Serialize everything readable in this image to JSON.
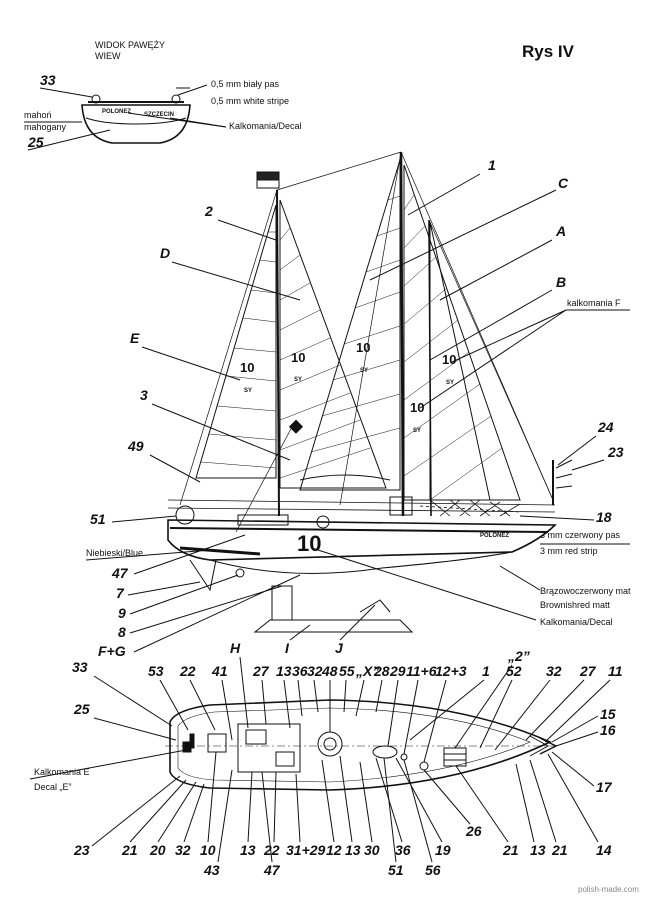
{
  "title": "Rys IV",
  "stern_view": {
    "heading_pl": "WIDOK PAWĘŻY",
    "heading_en": "WIEW",
    "name_label": "POLONEZ",
    "port_label": "SZCZECIN",
    "stripe_pl": "0,5 mm biały pas",
    "stripe_en": "0,5 mm white stripe",
    "wood_pl": "mahoń",
    "wood_en": "mahogany",
    "decal": "Kalkomania/Decal"
  },
  "side_view": {
    "kalkomania_f": "kalkomania F",
    "red_strip_pl": "3 mm czerwony pas",
    "red_strip_en": "3 mm red strip",
    "blue": "Niebieski/Blue",
    "brown_pl": "Brązowoczerwony mat",
    "brown_en": "Brownishred matt",
    "decal": "Kalkomania/Decal",
    "hull_number": "10",
    "hull_name": "POLONEZ",
    "sail_number": "10",
    "sail_code": "SY"
  },
  "deck_view": {
    "decal_e_pl": "Kalkomania E",
    "decal_e_en": "Decal „E”"
  },
  "labels": {
    "n33a": "33",
    "n25a": "25",
    "n1a": "1",
    "nC": "C",
    "nA": "A",
    "nB": "B",
    "n2a": "2",
    "nD": "D",
    "nE": "E",
    "n3": "3",
    "n49": "49",
    "n51a": "51",
    "n47a": "47",
    "n7": "7",
    "n9": "9",
    "n8": "8",
    "nFG": "F+G",
    "nI": "I",
    "nJ": "J",
    "n24": "24",
    "n23a": "23",
    "n18": "18",
    "n33b": "33",
    "n53": "53",
    "n22a": "22",
    "nH": "H",
    "n27a": "27",
    "n13a": "13",
    "n36a": "36",
    "n32a": "32",
    "n48": "48",
    "n55": "55",
    "nX": "„X”",
    "n28": "28",
    "n29": "29",
    "n11_6": "11+6",
    "n12_3": "12+3",
    "n1b": "1",
    "n2b": "„2”",
    "n52": "52",
    "n32b": "32",
    "n27b": "27",
    "n11": "11",
    "n15": "15",
    "n16": "16",
    "n17": "17",
    "n14": "14",
    "n21a": "21",
    "n13b": "13",
    "n21b": "21",
    "n26": "26",
    "n56": "56",
    "n19": "19",
    "n51b": "51",
    "n36b": "36",
    "n30": "30",
    "n13c": "13",
    "n12": "12",
    "n31_29": "31+29",
    "n22b": "22",
    "n47b": "47",
    "n13d": "13",
    "n43": "43",
    "n41": "41",
    "n10": "10",
    "n32c": "32",
    "n20": "20",
    "n21c": "21",
    "n23b": "23",
    "n25b": "25"
  },
  "credit": "polish-made.com"
}
